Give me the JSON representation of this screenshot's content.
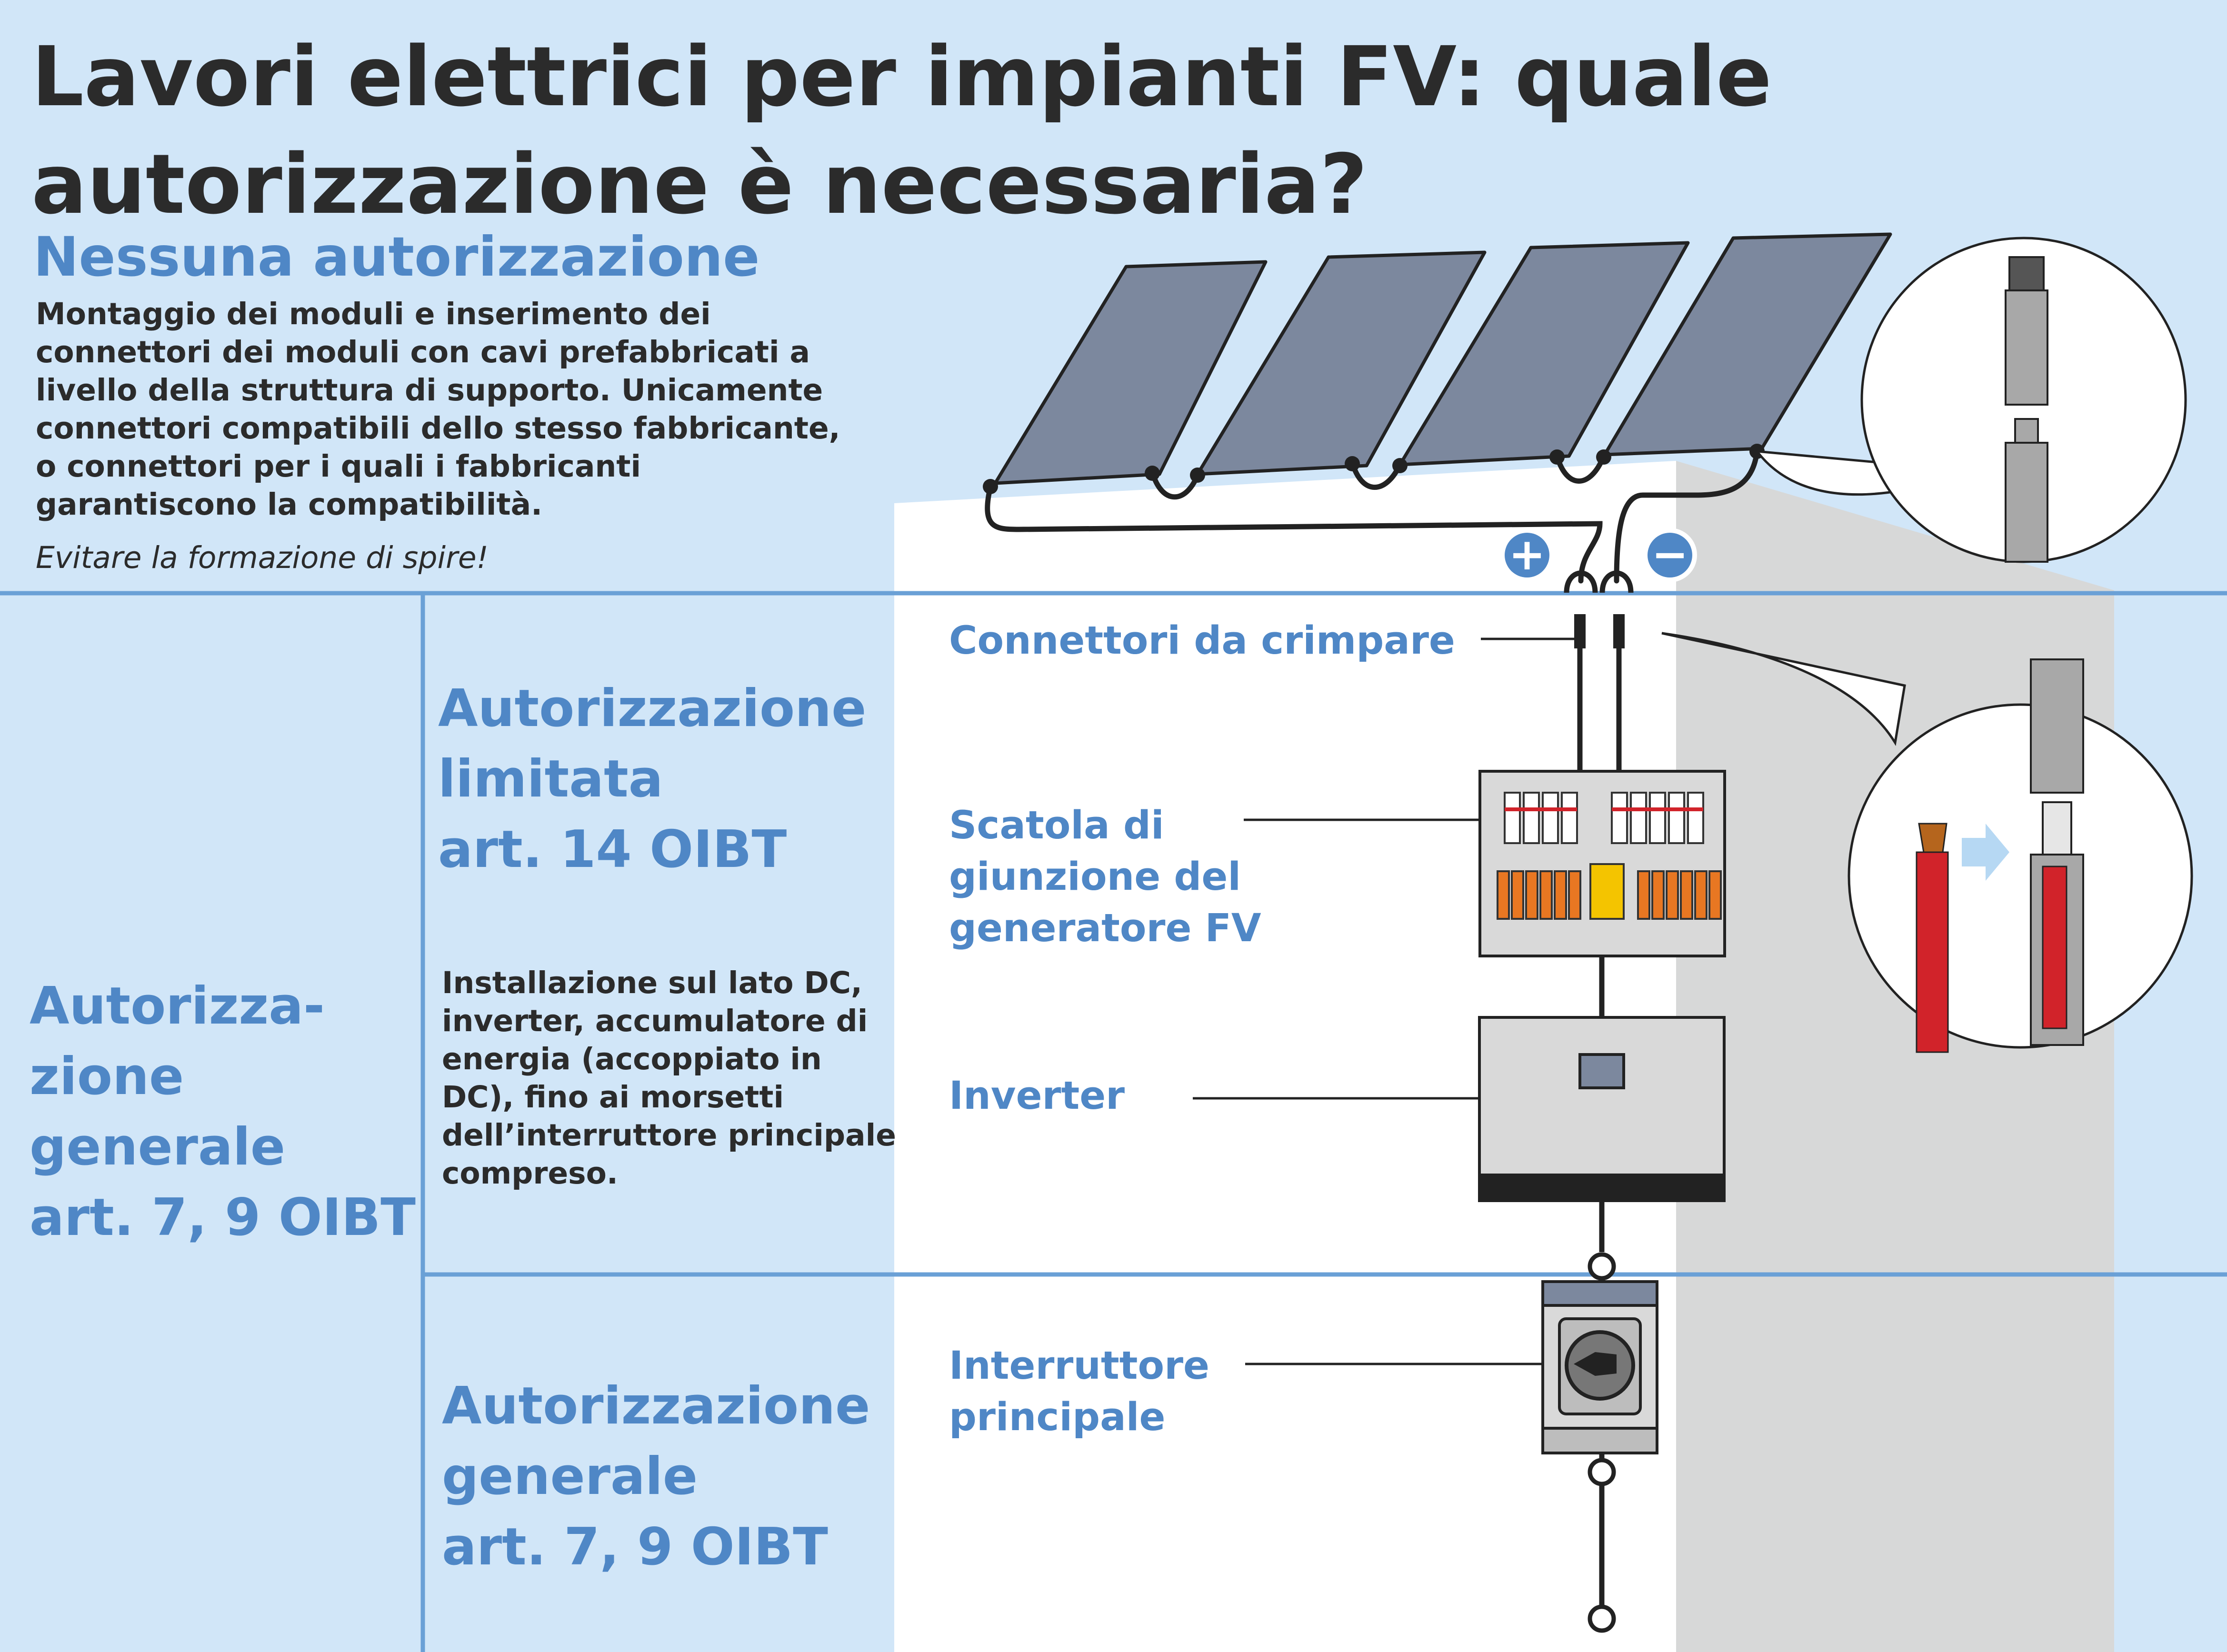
{
  "title": "Lavori elettrici per impianti FV: quale autorizzazione è necessaria?",
  "nessuna": {
    "heading": "Nessuna autorizzazione",
    "text": "Montaggio dei moduli e inserimento dei connettori dei moduli con cavi prefabbricati a livello della struttura di supporto. Unicamente connettori compatibili dello stesso fabbricante, o connettori per i quali i fabbricanti garantiscono la compatibilità.",
    "note": "Evitare la formazione di spire!"
  },
  "general_left": "Autorizza-\nzione\ngenerale\nart. 7, 9 OIBT",
  "limitata": {
    "heading": "Autorizzazione\nlimitata\nart. 14 OIBT",
    "text": "Installazione sul lato DC, inverter, accumulatore di energia (accoppiato in DC), fino ai morsetti dell’interruttore principale compreso."
  },
  "general_bottom": "Autorizzazione\ngenerale\nart. 7, 9 OIBT",
  "callouts": {
    "connettori": "Connettori da crimpare",
    "scatola": "Scatola di\ngiunzione del\ngeneratore FV",
    "inverter": "Inverter",
    "interruttore": "Interruttore\nprincipale"
  },
  "symbols": {
    "plus": "+",
    "minus": "−"
  },
  "colors": {
    "background": "#d1e6f8",
    "accent_blue": "#4f87c6",
    "panel": "#7c889e",
    "wall_light": "#ffffff",
    "wall_shadow": "#d7d8d8",
    "cable_red": "#d1232a",
    "connector_orange": "#e87722"
  }
}
